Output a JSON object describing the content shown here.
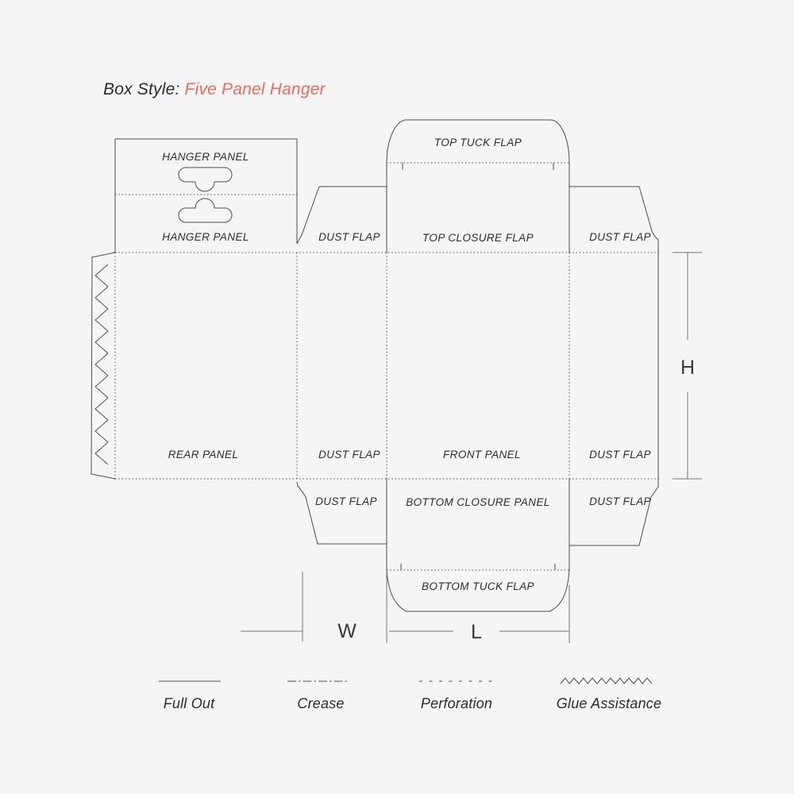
{
  "title": {
    "prefix": "Box Style:",
    "style_name": "Five Panel Hanger"
  },
  "diagram": {
    "panel_labels": {
      "hanger_panel_top": "HANGER PANEL",
      "hanger_panel_bottom": "HANGER PANEL",
      "top_tuck_flap": "TOP TUCK FLAP",
      "dust_flap_top_left": "DUST FLAP",
      "top_closure_flap": "TOP CLOSURE FLAP",
      "dust_flap_top_right": "DUST FLAP",
      "rear_panel": "REAR PANEL",
      "dust_flap_mid_left": "DUST FLAP",
      "front_panel": "FRONT PANEL",
      "dust_flap_mid_right": "DUST FLAP",
      "dust_flap_bottom_left": "DUST FLAP",
      "bottom_closure_panel": "BOTTOM CLOSURE PANEL",
      "dust_flap_bottom_right": "DUST FLAP",
      "bottom_tuck_flap": "BOTTOM TUCK FLAP"
    },
    "dimension_labels": {
      "height": "H",
      "width": "W",
      "length": "L"
    }
  },
  "legend": {
    "items": [
      {
        "label": "Full Out",
        "line_style": "solid"
      },
      {
        "label": "Crease",
        "line_style": "dash-dot"
      },
      {
        "label": "Perforation",
        "line_style": "dashed"
      },
      {
        "label": "Glue Assistance",
        "line_style": "zigzag"
      }
    ]
  },
  "colors": {
    "accent": "#E96A5F",
    "line": "#4C4C54",
    "dim_line": "#73737B",
    "text": "#2C2C34",
    "background": "#F5F5F6"
  }
}
